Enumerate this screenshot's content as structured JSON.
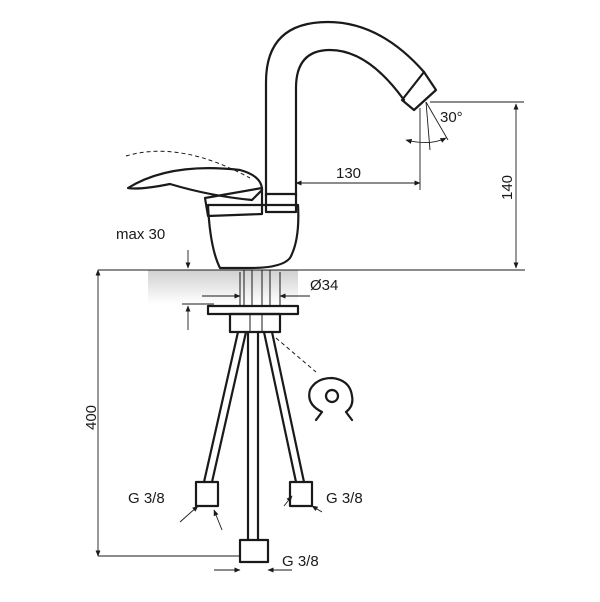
{
  "title": "",
  "dimensions": {
    "spout_reach": "130",
    "spout_height": "140",
    "swivel_angle": "30°",
    "max_deck_thickness": "max 30",
    "mounting_hole_diameter": "Ø34",
    "hose_length": "400",
    "hose_thread_left": "G 3/8",
    "hose_thread_right": "G 3/8",
    "hose_thread_center": "G 3/8"
  },
  "colors": {
    "line": "#1a1a1a",
    "deck_shadow": "#d9d9d9",
    "background": "#ffffff"
  }
}
